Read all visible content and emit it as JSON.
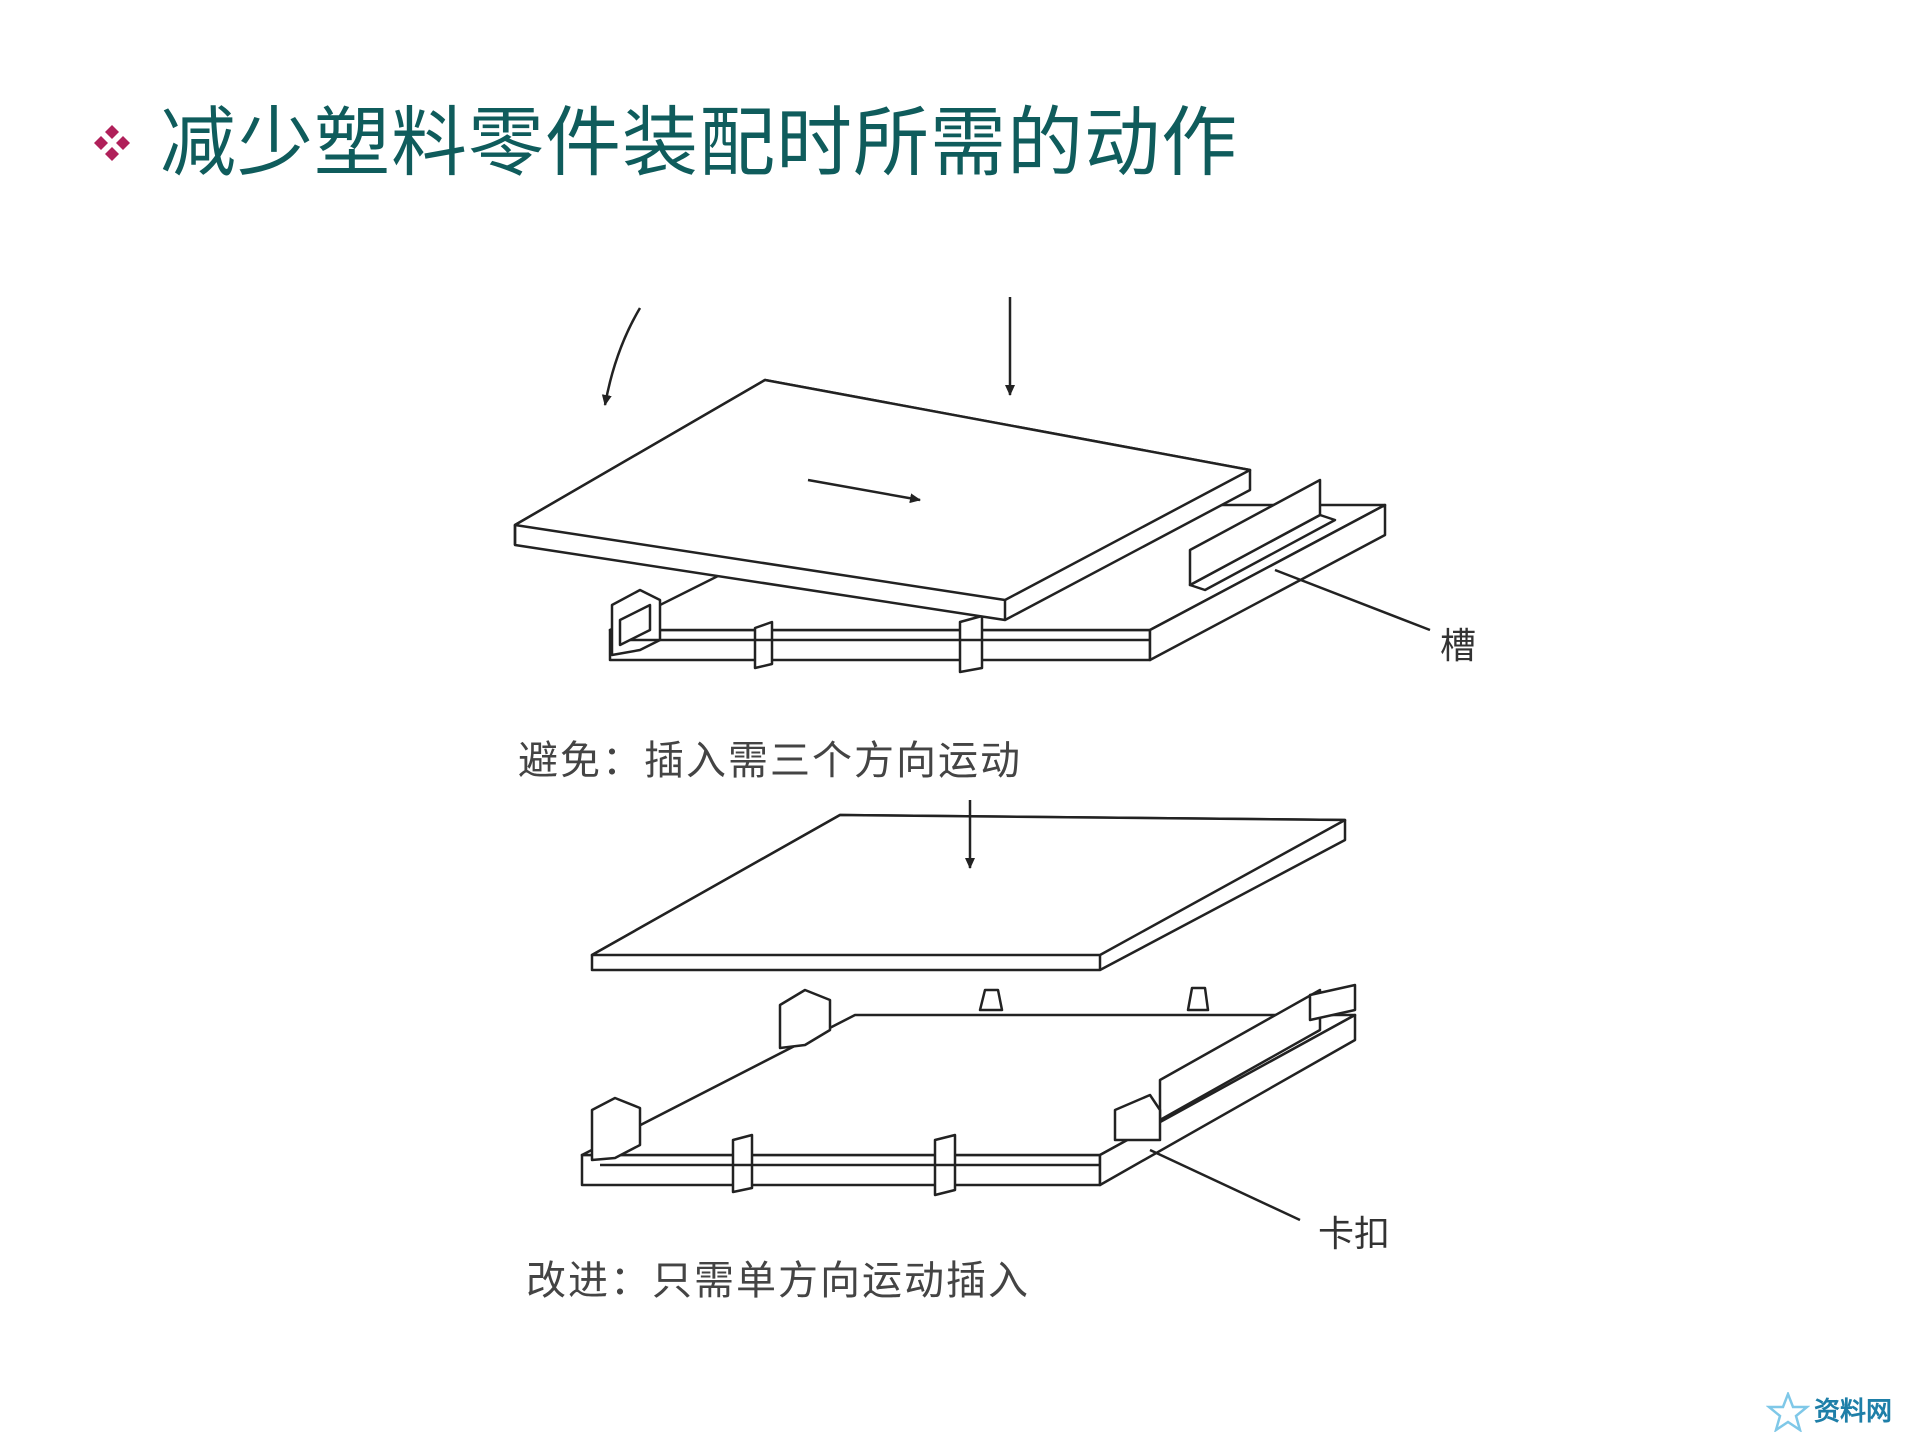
{
  "title": "减少塑料零件装配时所需的动作",
  "colors": {
    "title": "#0f5c5c",
    "bullet": "#b0205a",
    "line": "#222222"
  },
  "diagram": {
    "label_groove": "槽",
    "caption_avoid": "避免：插入需三个方向运动",
    "label_clip": "卡扣",
    "caption_improve": "改进：只需单方向运动插入"
  },
  "watermark": {
    "text": "资料网"
  }
}
